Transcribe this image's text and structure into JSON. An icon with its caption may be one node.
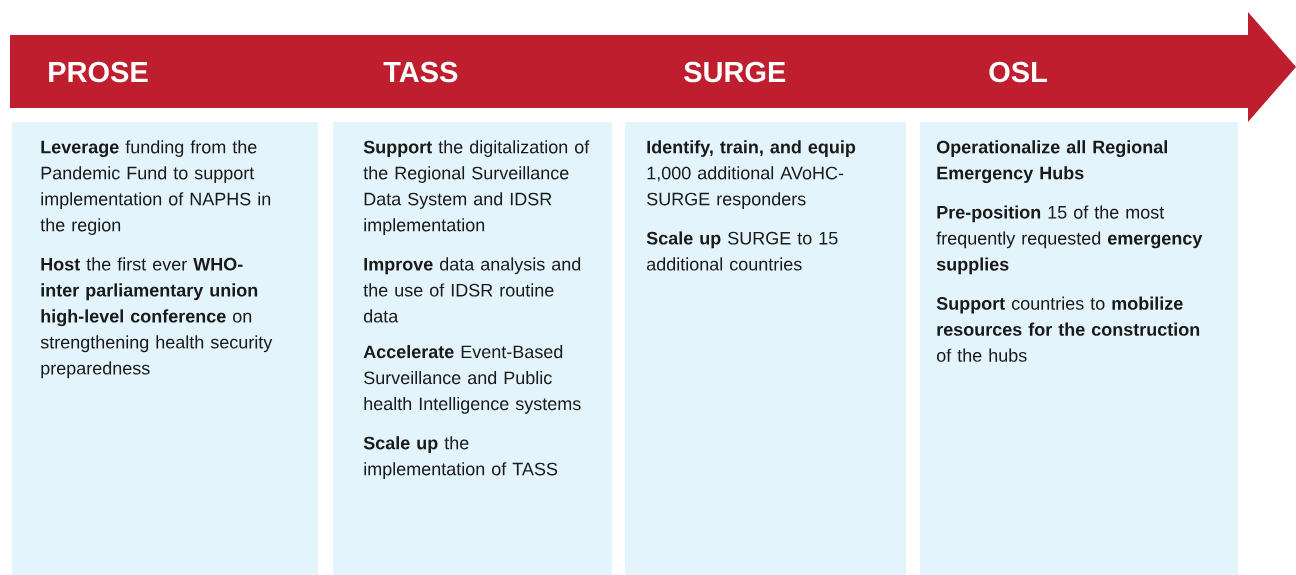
{
  "diagram": {
    "nodes": [
      {
        "text": [
          "PROSE",
          "**Leverage** funding from the Pandemic Fund to support implementation of NAPHS in the region",
          "**Host** the first ever **WHO-inter parliamentary union high-level conference** on strengthening health security preparedness"
        ]
      },
      {
        "text": [
          "TASS",
          "**Support** the digitalization of the Regional Surveillance Data System and IDSR implementation",
          "**Improve** data analysis and the use of IDSR routine data",
          "**Accelerate** Event-Based Surveillance and Public health Intelligence systems",
          "**Scale up** the implementation of TASS"
        ]
      },
      {
        "text": [
          "SURGE",
          "**Identify, train, and equip** 1,000 additional AVoHC-SURGE responders",
          "**Scale up** SURGE to 15 additional countries"
        ]
      },
      {
        "text": [
          "OSL",
          "**Operationalize all Regional Emergency Hubs**",
          "**Pre-position** 15 of the most frequently requested **emergency supplies**",
          "**Support** countries to **mobilize resources for the construction** of the hubs"
        ]
      }
    ]
  }
}
